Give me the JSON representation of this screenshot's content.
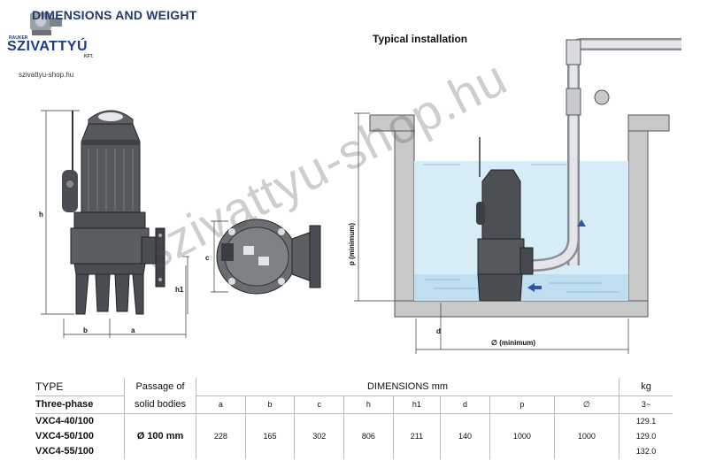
{
  "header": {
    "title": "DIMENSIONS AND WEIGHT",
    "logo_top": "RAUKER",
    "logo_name": "SZIVATTYÚ",
    "logo_suffix": "KFT.",
    "website": "szivattyu-shop.hu"
  },
  "installation": {
    "title": "Typical installation",
    "p_label": "p (minimum)",
    "width_label": "∅ (minimum)",
    "d_label": "d"
  },
  "dimension_labels": {
    "h": "h",
    "h1": "h1",
    "a": "a",
    "b": "b",
    "c": "c"
  },
  "watermark": "szivattyu-shop.hu",
  "table": {
    "type_label": "TYPE",
    "phase_label": "Three-phase",
    "passage_label_1": "Passage of",
    "passage_label_2": "solid bodies",
    "dimensions_label": "DIMENSIONS mm",
    "weight_label": "kg",
    "weight_sub": "3~",
    "columns": [
      "a",
      "b",
      "c",
      "h",
      "h1",
      "d",
      "p",
      "∅"
    ],
    "solid_bodies": "Ø 100 mm",
    "shared_values": [
      "228",
      "165",
      "302",
      "806",
      "211",
      "140",
      "1000",
      "1000"
    ],
    "models": [
      {
        "name": "VXC4-40/100",
        "kg": "129.1"
      },
      {
        "name": "VXC4-50/100",
        "kg": "129.0"
      },
      {
        "name": "VXC4-55/100",
        "kg": "132.0"
      }
    ]
  },
  "colors": {
    "heading": "#1f3b6f",
    "pump_body": "#4f5256",
    "water": "#cfe8f4",
    "arrow": "#2e56a8"
  }
}
